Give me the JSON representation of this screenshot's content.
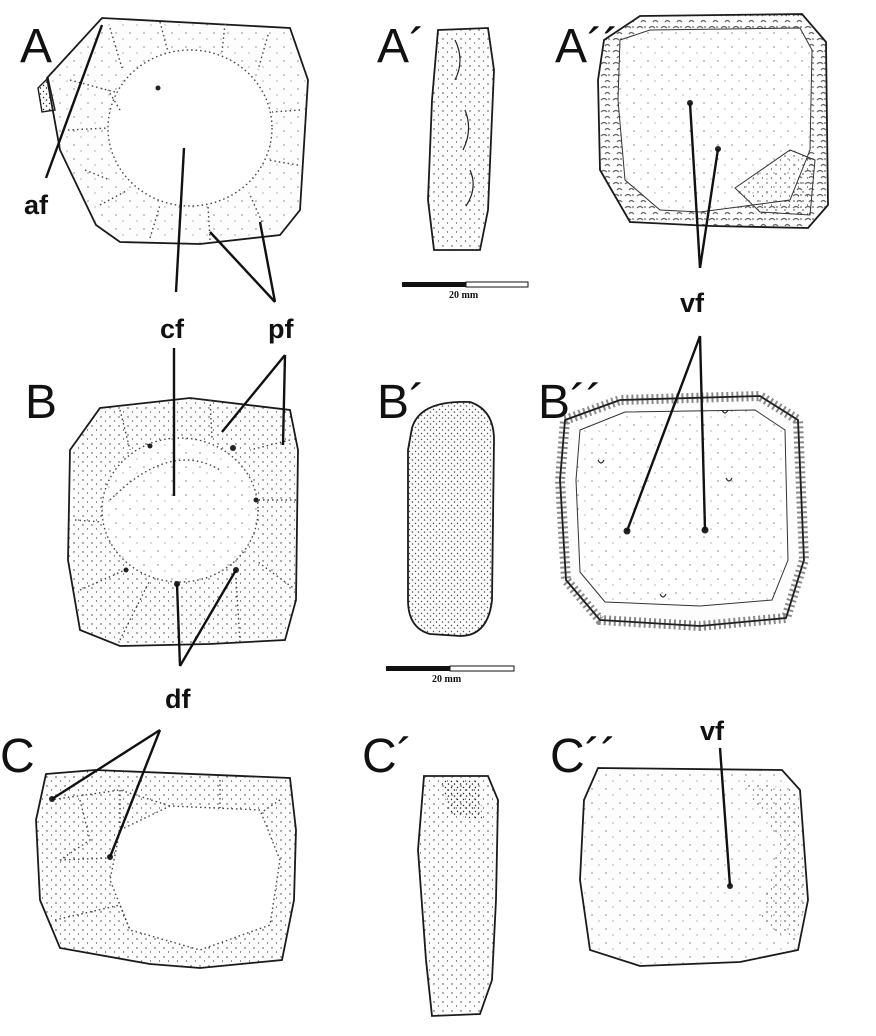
{
  "panels": {
    "A": "A",
    "A1": "A´",
    "A2": "A´´",
    "B": "B",
    "B1": "B´",
    "B2": "B´´",
    "C": "C",
    "C1": "C´",
    "C2": "C´´"
  },
  "labels": {
    "af": "af",
    "cf": "cf",
    "pf": "pf",
    "vf_top": "vf",
    "df": "df",
    "vf_c": "vf"
  },
  "scale_bars": {
    "top": "20 mm",
    "middle": "20 mm"
  }
}
